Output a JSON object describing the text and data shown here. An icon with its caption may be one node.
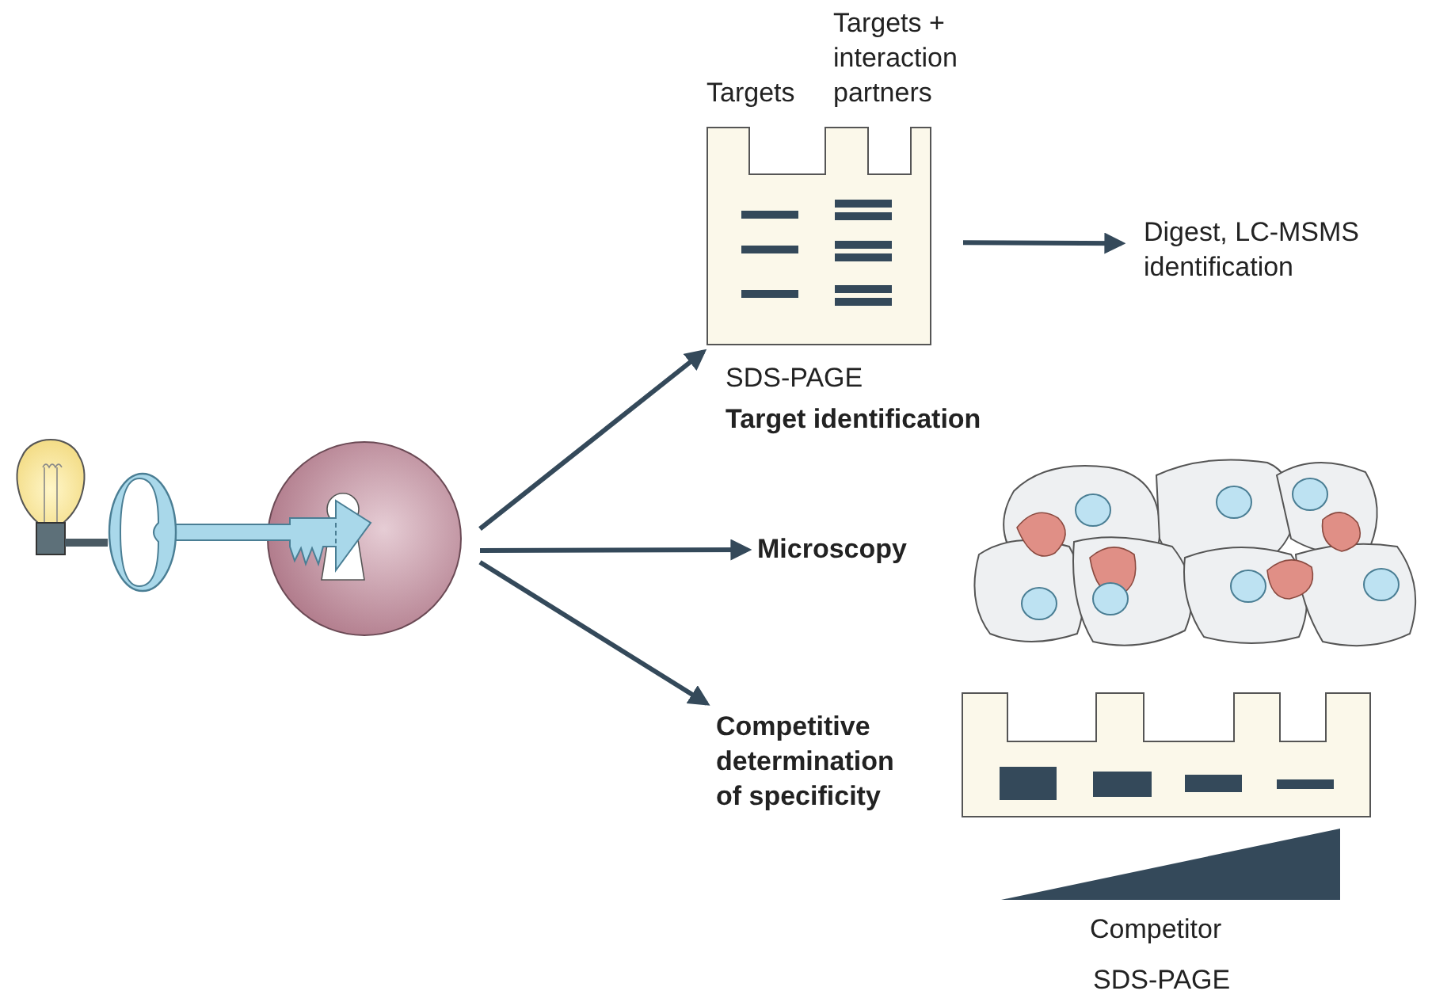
{
  "diagram": {
    "nodes": [
      {
        "text": [],
        "shape": "circle"
      },
      {
        "text": [],
        "shape": "picture"
      },
      {
        "text": [
          "Digest, LC-MSMS identification"
        ]
      },
      {
        "text": [
          "Microscopy"
        ]
      },
      {
        "text": [
          "Competitive determination of specificity"
        ]
      }
    ],
    "edges": [
      {
        "from": 0,
        "to": 1,
        "arrow": "to"
      },
      {
        "from": 1,
        "to": 2,
        "arrow": "to"
      },
      {
        "from": 0,
        "to": 3,
        "arrow": "to"
      },
      {
        "from": 0,
        "to": 4,
        "arrow": "to"
      }
    ],
    "labels": [
      "Targets",
      "Targets + interaction partners",
      "SDS-PAGE",
      "Target identification",
      "Competitor",
      "SDS-PAGE"
    ]
  }
}
